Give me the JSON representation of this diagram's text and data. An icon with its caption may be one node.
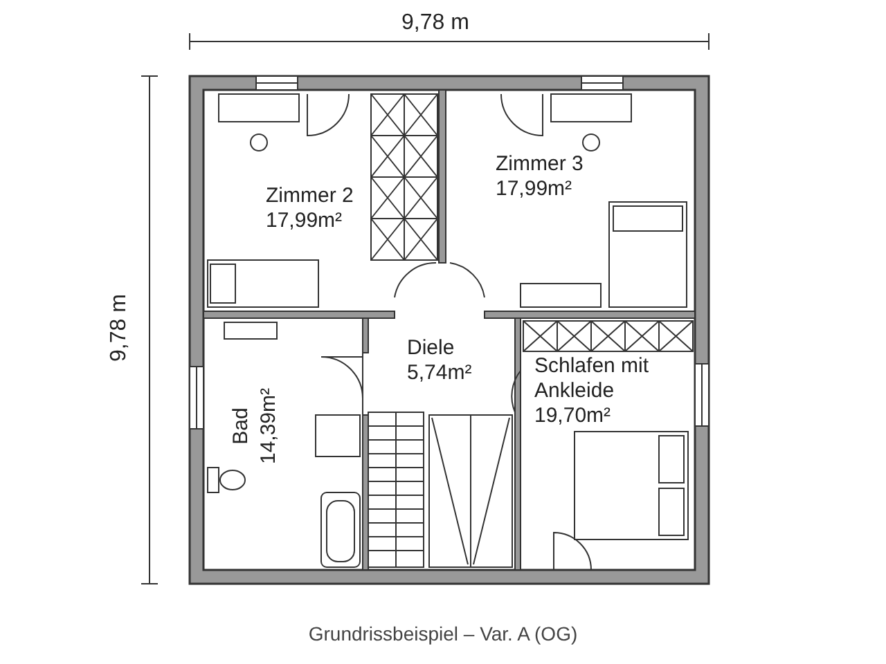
{
  "diagram": {
    "caption": "Grundrissbeispiel – Var. A (OG)",
    "nodes": [
      {
        "text": [
          "Zimmer 2",
          "17,99m²"
        ]
      },
      {
        "text": [
          "Zimmer 3",
          "17,99m²"
        ]
      },
      {
        "text": [
          "Diele",
          "5,74m²"
        ]
      },
      {
        "text": [
          "Schlafen mit Ankleide",
          "19,70m²"
        ]
      },
      {
        "text": [
          "Bad",
          "14,39m²"
        ]
      }
    ],
    "labels": [
      "9,78 m",
      "9,78 m"
    ]
  }
}
